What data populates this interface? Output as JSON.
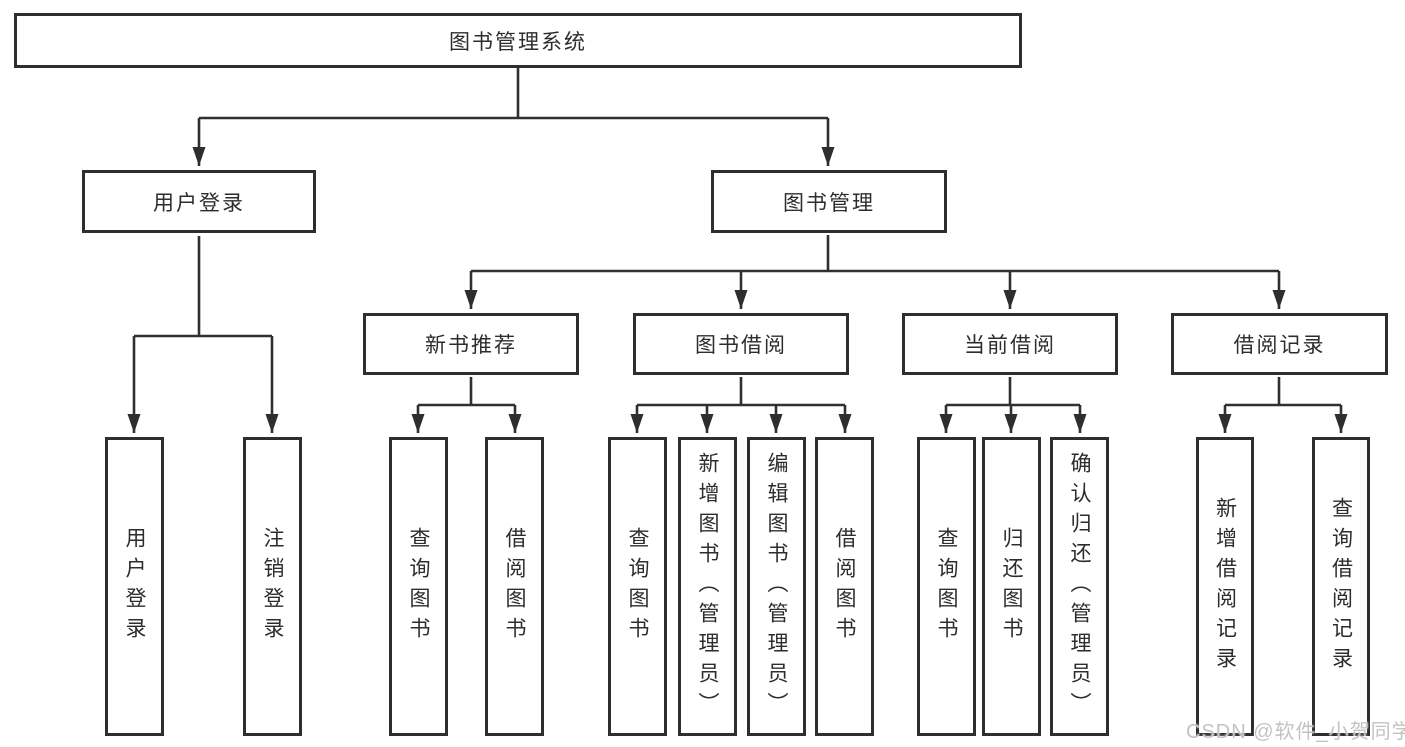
{
  "page": {
    "background_color": "#ffffff",
    "line_color": "#303030",
    "box_border_color": "#2e2e2e",
    "text_color": "#2d2d2d"
  },
  "watermark": {
    "text": "CSDN @软件_小贺同学",
    "color": "#c3c3c3"
  },
  "tree": {
    "root": "图书管理系统",
    "branches": [
      {
        "label": "用户登录",
        "leaves": [
          "用户登录",
          "注销登录"
        ]
      },
      {
        "label": "图书管理",
        "groups": [
          {
            "label": "新书推荐",
            "leaves": [
              "查询图书",
              "借阅图书"
            ]
          },
          {
            "label": "图书借阅",
            "leaves": [
              "查询图书",
              "新增图书（管理员）",
              "编辑图书（管理员）",
              "借阅图书"
            ]
          },
          {
            "label": "当前借阅",
            "leaves": [
              "查询图书",
              "归还图书",
              "确认归还（管理员）"
            ]
          },
          {
            "label": "借阅记录",
            "leaves": [
              "新增借阅记录",
              "查询借阅记录"
            ]
          }
        ]
      }
    ]
  }
}
